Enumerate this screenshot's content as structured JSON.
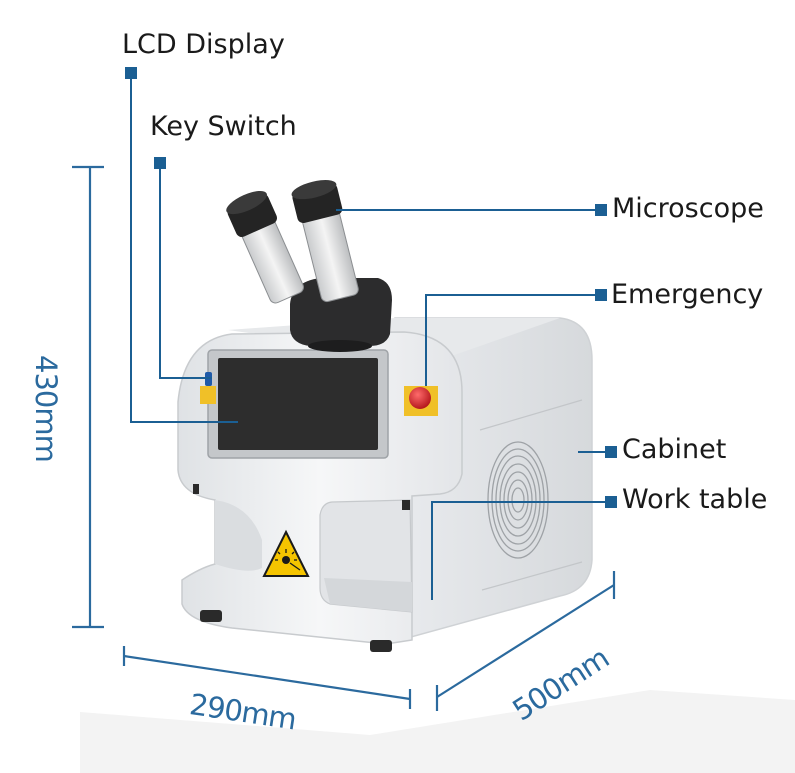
{
  "labels": {
    "lcd_display": "LCD Display",
    "key_switch": "Key Switch",
    "microscope": "Microscope",
    "emergency": "Emergency",
    "cabinet": "Cabinet",
    "work_table": "Work table"
  },
  "dimensions": {
    "height": "430mm",
    "width": "290mm",
    "depth": "500mm"
  },
  "colors": {
    "callout": "#1b5f93",
    "dimension": "#2b6a9e",
    "machine_body": "#eef0f2",
    "screen": "#2d2d2d",
    "emergency_button": "#d9272e",
    "warning_sign": "#f5c400"
  },
  "icons": {
    "warning_sign": "laser-warning-icon",
    "emergency_button": "emergency-stop-icon"
  }
}
